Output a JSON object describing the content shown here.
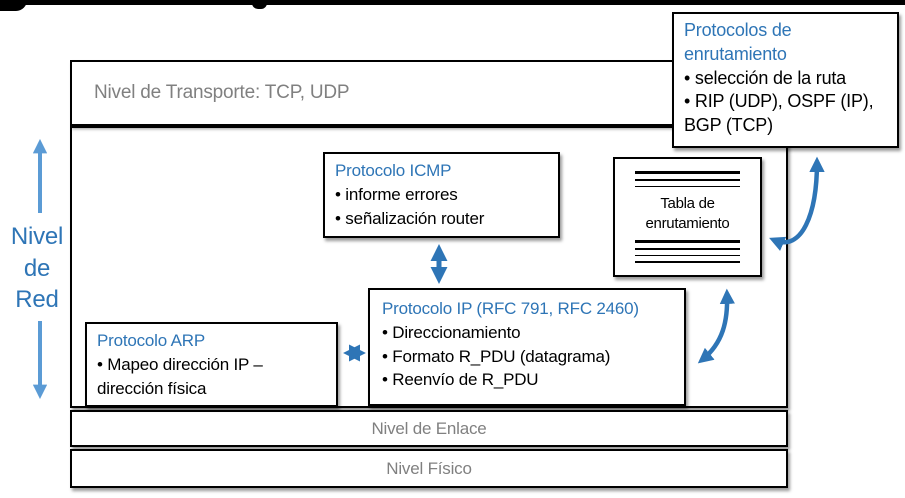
{
  "colors": {
    "accent_blue": "#2E75B6",
    "light_blue": "#5B9BD5",
    "gray_text": "#808080",
    "ink": "#000000"
  },
  "left_label": {
    "lines": [
      "Nivel",
      "de",
      "Red"
    ]
  },
  "layers": {
    "transport": {
      "label": "Nivel de Transporte: TCP, UDP"
    },
    "enlace": {
      "label": "Nivel de Enlace"
    },
    "fisico": {
      "label": "Nivel Físico"
    }
  },
  "boxes": {
    "icmp": {
      "title": "Protocolo ICMP",
      "lines": [
        "• informe errores",
        "• señalización router"
      ]
    },
    "ip": {
      "title": "Protocolo IP (RFC 791, RFC 2460)",
      "lines": [
        "• Direccionamiento",
        "• Formato R_PDU (datagrama)",
        "• Reenvío de R_PDU"
      ]
    },
    "arp": {
      "title": "Protocolo ARP",
      "lines": [
        "• Mapeo dirección IP –",
        "dirección física"
      ]
    },
    "tabla": {
      "lines": [
        "Tabla de",
        "enrutamiento"
      ]
    },
    "routing": {
      "title_lines": [
        "Protocolos de",
        "enrutamiento"
      ],
      "lines": [
        "• selección de la ruta",
        "• RIP (UDP), OSPF (IP),",
        "BGP (TCP)"
      ]
    }
  },
  "icons": {
    "routing_table_lines": "horizontal-rules"
  },
  "connectors": [
    {
      "name": "arrow-network-span",
      "from": "nivel-de-red-label",
      "to": "network-box",
      "style": "light-blue double vertical"
    },
    {
      "name": "arrow-icmp-ip",
      "from": "protocolo-icmp-box",
      "to": "protocolo-ip-box",
      "style": "blue double-headed vertical"
    },
    {
      "name": "arrow-arp-ip",
      "from": "protocolo-arp-box",
      "to": "protocolo-ip-box",
      "style": "blue double-headed horizontal"
    },
    {
      "name": "arrow-ip-tabla",
      "from": "protocolo-ip-box",
      "to": "tabla-enrutamiento-box",
      "style": "blue double-headed curved"
    },
    {
      "name": "arrow-tabla-routing",
      "from": "tabla-enrutamiento-box",
      "to": "protocolos-enrutamiento-box",
      "style": "blue double-headed curved"
    }
  ]
}
